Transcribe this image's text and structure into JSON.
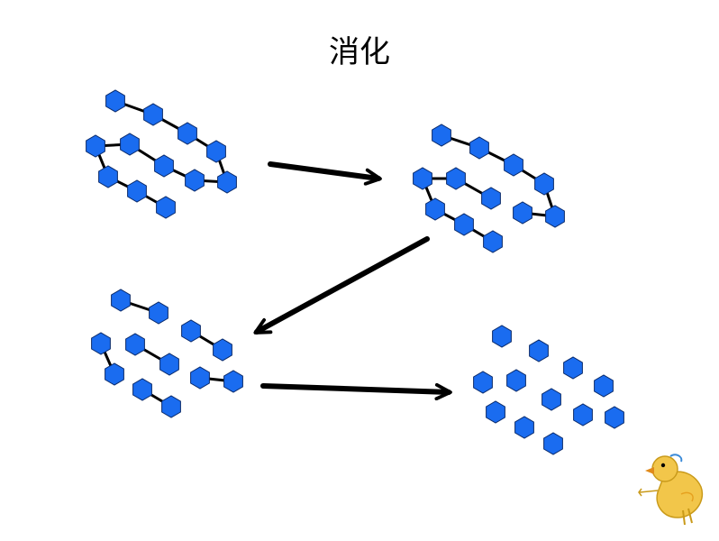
{
  "title": "消化",
  "colors": {
    "unit_fill": "#1a6cf0",
    "unit_stroke": "#0a2a6a",
    "bond": "#000000",
    "arrow": "#000000",
    "chick_body": "#f2c64a",
    "chick_outline": "#c99a1a"
  },
  "stages": [
    {
      "name": "polymer-chain",
      "description_hidden": true
    },
    {
      "name": "shorter-chains"
    },
    {
      "name": "short-fragments"
    },
    {
      "name": "monomers"
    }
  ],
  "decoration": {
    "icon": "chick-doodle-icon"
  }
}
